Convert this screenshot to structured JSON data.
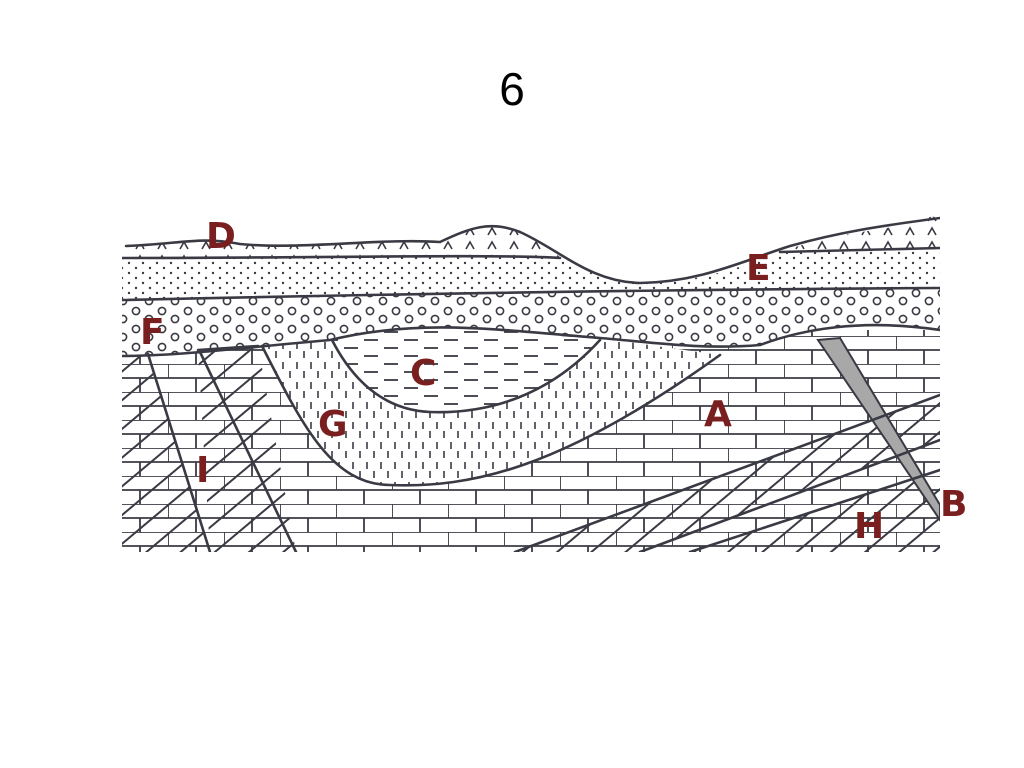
{
  "slide": {
    "number": "6"
  },
  "diagram": {
    "label_color": "#7a1f1f",
    "line_color": "#3a3a44",
    "dike_color": "#a8a8a8",
    "units": {
      "A": "A",
      "B": "B",
      "C": "C",
      "D": "D",
      "E": "E",
      "F": "F",
      "G": "G",
      "H": "H",
      "I": "I"
    }
  }
}
